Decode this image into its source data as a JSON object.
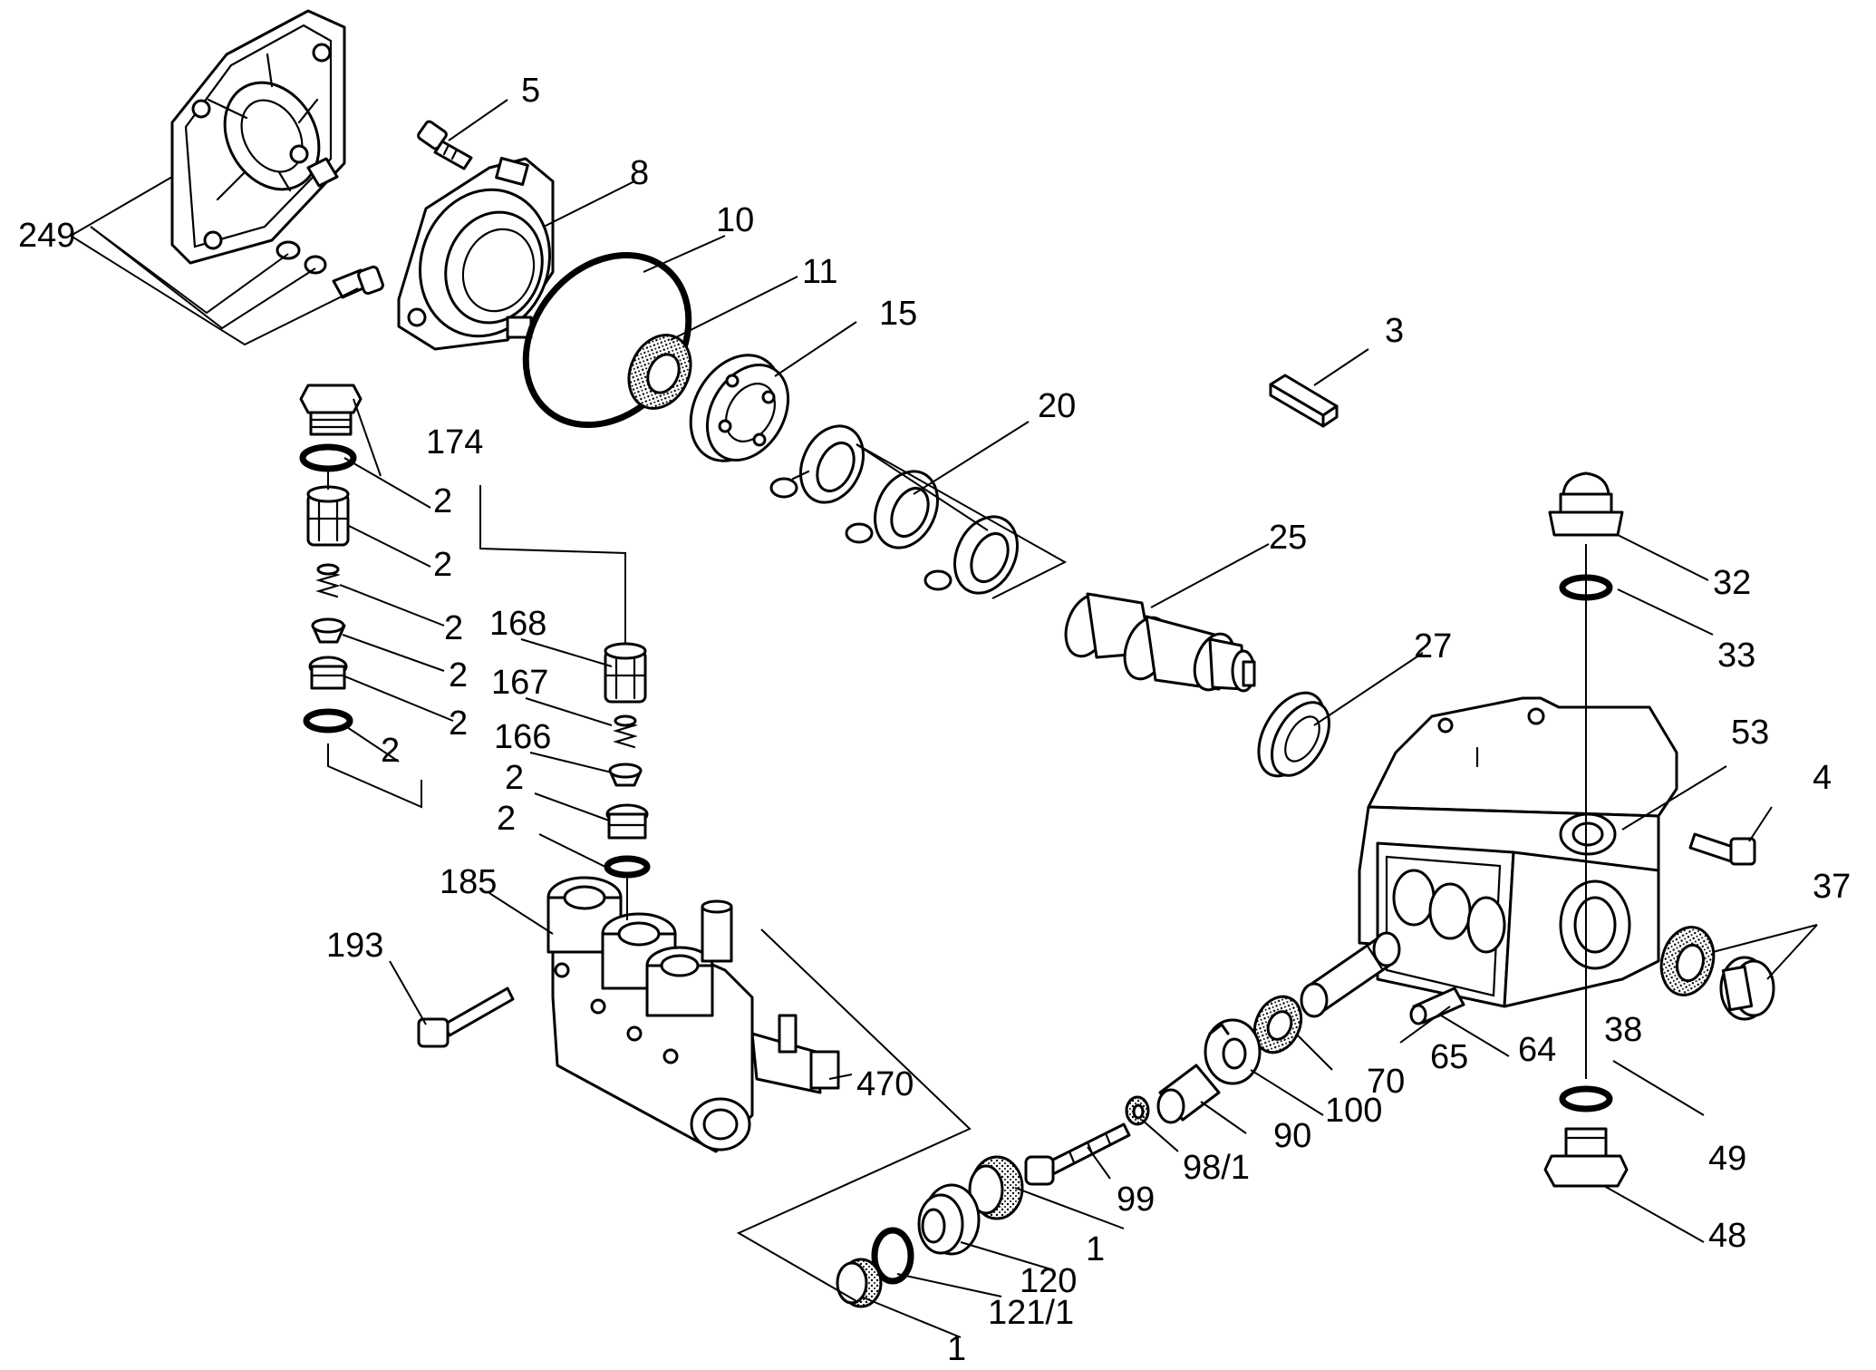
{
  "callouts": {
    "c249": "249",
    "c5": "5",
    "c8": "8",
    "c10": "10",
    "c11": "11",
    "c15": "15",
    "c3": "3",
    "c20": "20",
    "c174": "174",
    "c2a": "2",
    "c2b": "2",
    "c2c": "2",
    "c2d": "2",
    "c2e": "2",
    "c2f": "2",
    "c2g": "2",
    "c2h": "2",
    "c168": "168",
    "c167": "167",
    "c166": "166",
    "c25": "25",
    "c32": "32",
    "c33": "33",
    "c27": "27",
    "c53": "53",
    "c4": "4",
    "c37": "37",
    "c185": "185",
    "c193": "193",
    "c470": "470",
    "c38": "38",
    "c65": "65",
    "c64": "64",
    "c70": "70",
    "c100": "100",
    "c90": "90",
    "c98_1": "98/1",
    "c99": "99",
    "c49": "49",
    "c48": "48",
    "c1a": "1",
    "c120": "120",
    "c121_1": "121/1",
    "c1b": "1"
  }
}
